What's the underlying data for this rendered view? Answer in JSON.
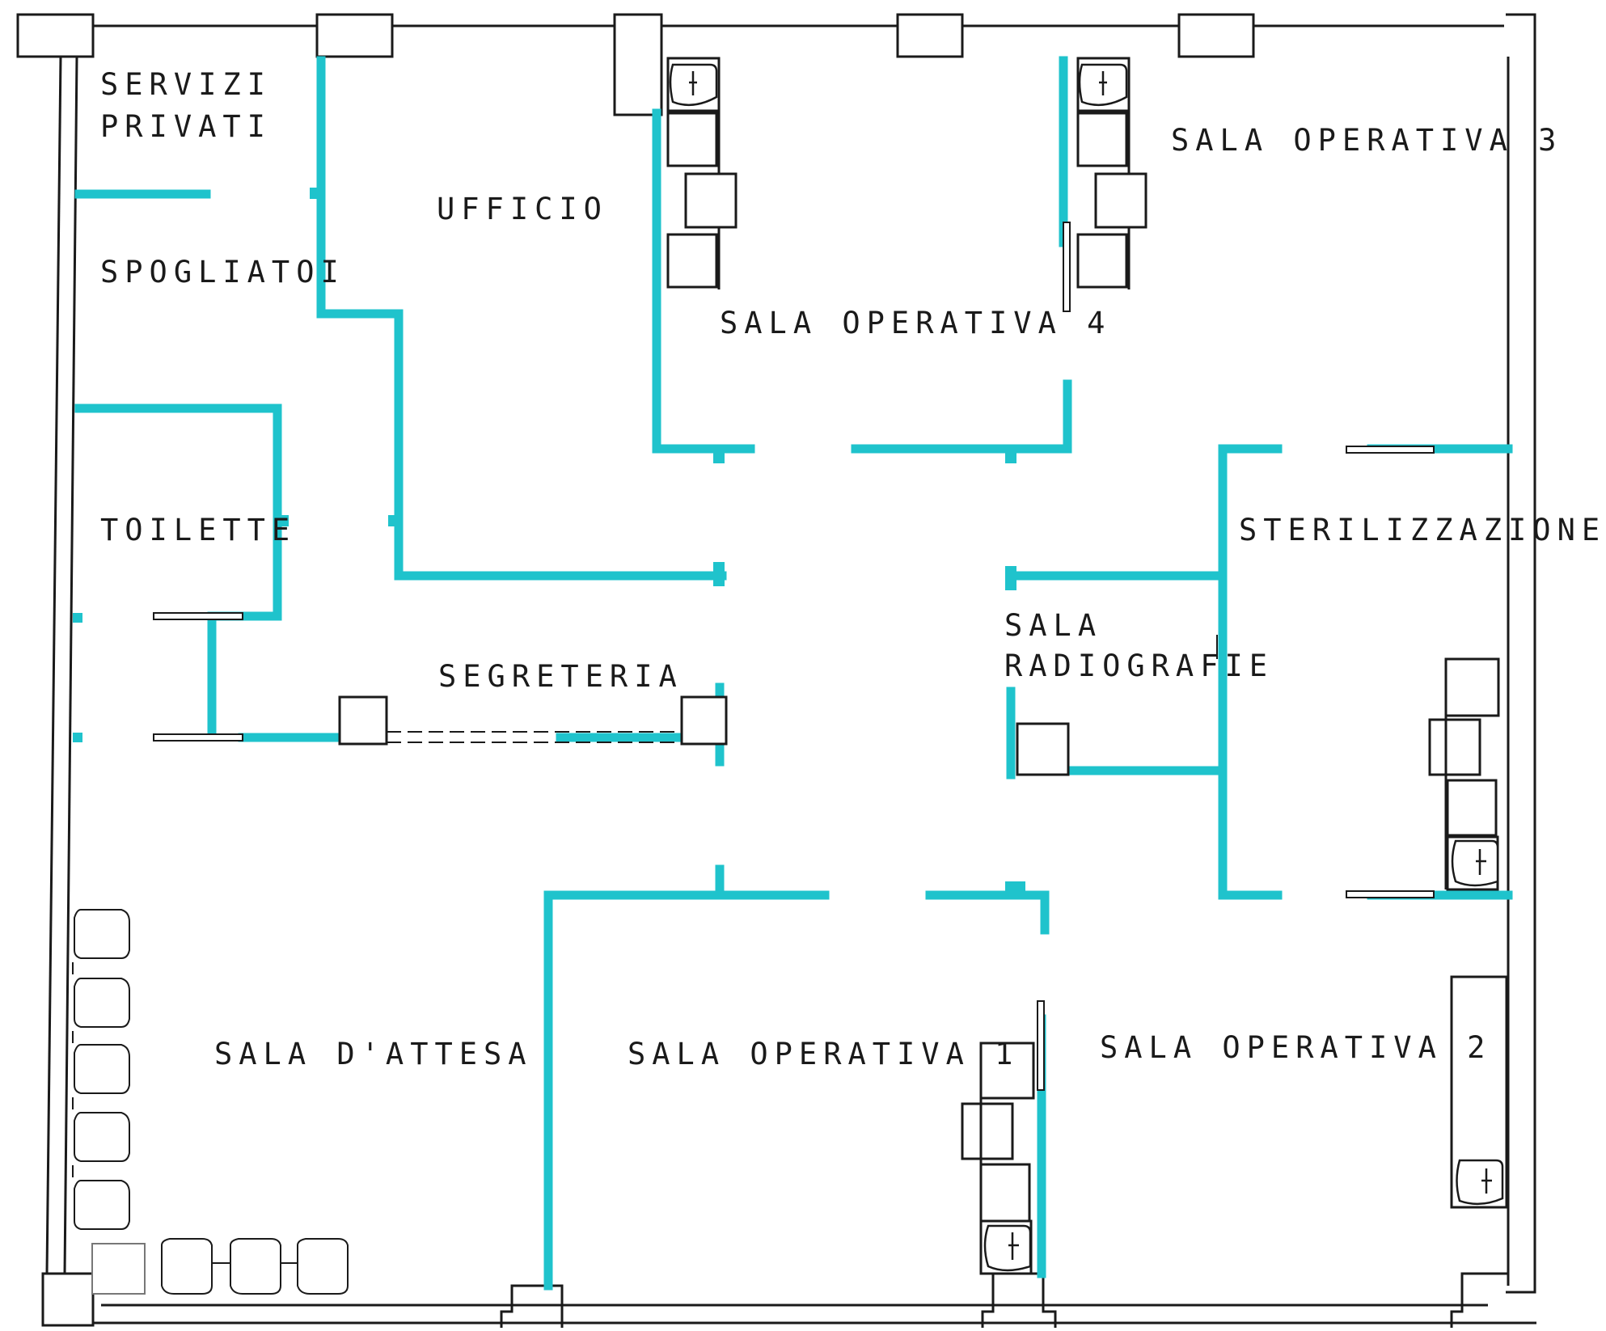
{
  "colors": {
    "wall": "#1fc3cc",
    "line": "#1a1a1a",
    "background": "#ffffff"
  },
  "rooms": {
    "servizi_line1": "SERVIZI",
    "servizi_line2": "PRIVATI",
    "spogliatoi": "SPOGLIATOI",
    "ufficio": "UFFICIO",
    "sala_operativa_4": "SALA OPERATIVA 4",
    "sala_operativa_3": "SALA OPERATIVA 3",
    "toilette": "TOILETTE",
    "segreteria": "SEGRETERIA",
    "sala_radiografie_line1": "SALA",
    "sala_radiografie_line2": "RADIOGRAFIE",
    "sterilizzazione": "STERILIZZAZIONE",
    "sala_attesa": "SALA D'ATTESA",
    "sala_operativa_1": "SALA OPERATIVA 1",
    "sala_operativa_2": "SALA OPERATIVA 2"
  },
  "icons": [
    "sink-icon",
    "cabinet-icon",
    "chair-icon",
    "column-icon",
    "door-icon"
  ]
}
